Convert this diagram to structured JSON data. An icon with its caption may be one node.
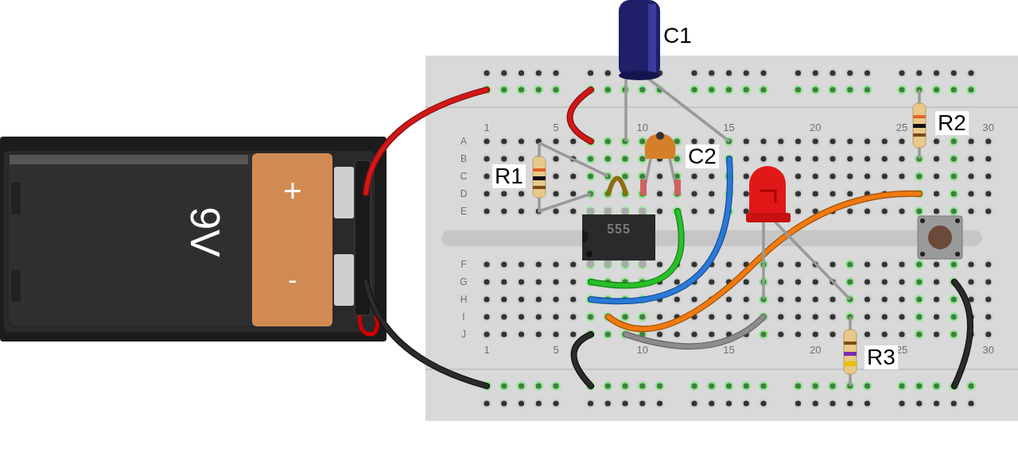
{
  "diagram": {
    "labels": [
      "C1",
      "1",
      "5",
      "10",
      "15",
      "20",
      "25",
      "30",
      "R2",
      "A",
      "C2",
      "B",
      "R1",
      "C",
      "+",
      "D",
      "9V",
      "E",
      "555",
      "-",
      "F",
      "G",
      "H",
      "I",
      "J",
      "1",
      "5",
      "10",
      "15",
      "20",
      "25",
      "30",
      "R3"
    ]
  }
}
